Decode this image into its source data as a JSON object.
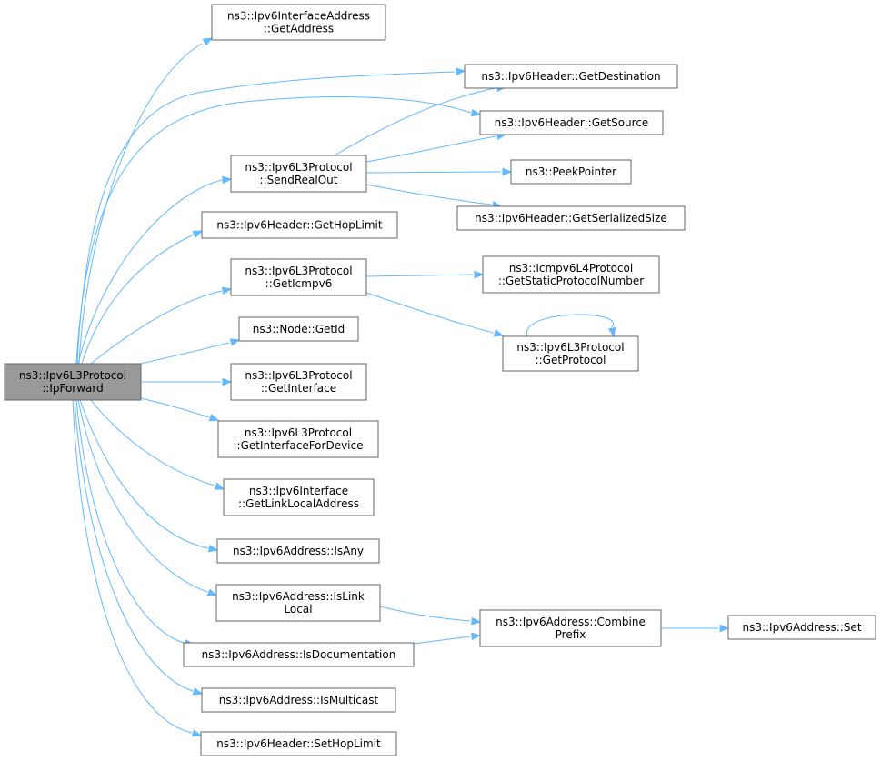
{
  "nodes": [
    {
      "id": "root",
      "lines": [
        "ns3::Ipv6L3Protocol",
        "::IpForward"
      ],
      "root": true
    },
    {
      "id": "ifaddr_getaddr",
      "lines": [
        "ns3::Ipv6InterfaceAddress",
        "::GetAddress"
      ]
    },
    {
      "id": "hdr_getdest",
      "lines": [
        "ns3::Ipv6Header::GetDestination"
      ]
    },
    {
      "id": "hdr_getsrc",
      "lines": [
        "ns3::Ipv6Header::GetSource"
      ]
    },
    {
      "id": "sendrealout",
      "lines": [
        "ns3::Ipv6L3Protocol",
        "::SendRealOut"
      ]
    },
    {
      "id": "peekpointer",
      "lines": [
        "ns3::PeekPointer"
      ]
    },
    {
      "id": "hdr_getsersize",
      "lines": [
        "ns3::Ipv6Header::GetSerializedSize"
      ]
    },
    {
      "id": "hdr_gethoplimit",
      "lines": [
        "ns3::Ipv6Header::GetHopLimit"
      ]
    },
    {
      "id": "geticmpv6",
      "lines": [
        "ns3::Ipv6L3Protocol",
        "::GetIcmpv6"
      ]
    },
    {
      "id": "icmp_getstaticproto",
      "lines": [
        "ns3::Icmpv6L4Protocol",
        "::GetStaticProtocolNumber"
      ]
    },
    {
      "id": "getprotocol",
      "lines": [
        "ns3::Ipv6L3Protocol",
        "::GetProtocol"
      ]
    },
    {
      "id": "node_getid",
      "lines": [
        "ns3::Node::GetId"
      ]
    },
    {
      "id": "getinterface",
      "lines": [
        "ns3::Ipv6L3Protocol",
        "::GetInterface"
      ]
    },
    {
      "id": "getifacefordevice",
      "lines": [
        "ns3::Ipv6L3Protocol",
        "::GetInterfaceForDevice"
      ]
    },
    {
      "id": "iface_getlinklocal",
      "lines": [
        "ns3::Ipv6Interface",
        "::GetLinkLocalAddress"
      ]
    },
    {
      "id": "addr_isany",
      "lines": [
        "ns3::Ipv6Address::IsAny"
      ]
    },
    {
      "id": "addr_islinklocal",
      "lines": [
        "ns3::Ipv6Address::IsLink",
        "Local"
      ]
    },
    {
      "id": "addr_combineprefix",
      "lines": [
        "ns3::Ipv6Address::Combine",
        "Prefix"
      ]
    },
    {
      "id": "addr_set",
      "lines": [
        "ns3::Ipv6Address::Set"
      ]
    },
    {
      "id": "addr_isdoc",
      "lines": [
        "ns3::Ipv6Address::IsDocumentation"
      ]
    },
    {
      "id": "addr_ismulticast",
      "lines": [
        "ns3::Ipv6Address::IsMulticast"
      ]
    },
    {
      "id": "hdr_sethoplimit",
      "lines": [
        "ns3::Ipv6Header::SetHopLimit"
      ]
    }
  ],
  "edges": [
    {
      "from": "root",
      "to": "ifaddr_getaddr"
    },
    {
      "from": "root",
      "to": "hdr_getdest"
    },
    {
      "from": "root",
      "to": "hdr_getsrc"
    },
    {
      "from": "root",
      "to": "sendrealout"
    },
    {
      "from": "root",
      "to": "hdr_gethoplimit"
    },
    {
      "from": "root",
      "to": "geticmpv6"
    },
    {
      "from": "root",
      "to": "node_getid"
    },
    {
      "from": "root",
      "to": "getinterface"
    },
    {
      "from": "root",
      "to": "getifacefordevice"
    },
    {
      "from": "root",
      "to": "iface_getlinklocal"
    },
    {
      "from": "root",
      "to": "addr_isany"
    },
    {
      "from": "root",
      "to": "addr_islinklocal"
    },
    {
      "from": "root",
      "to": "addr_isdoc"
    },
    {
      "from": "root",
      "to": "addr_ismulticast"
    },
    {
      "from": "root",
      "to": "hdr_sethoplimit"
    },
    {
      "from": "sendrealout",
      "to": "hdr_getdest"
    },
    {
      "from": "sendrealout",
      "to": "hdr_getsrc"
    },
    {
      "from": "sendrealout",
      "to": "peekpointer"
    },
    {
      "from": "sendrealout",
      "to": "hdr_getsersize"
    },
    {
      "from": "geticmpv6",
      "to": "icmp_getstaticproto"
    },
    {
      "from": "geticmpv6",
      "to": "getprotocol"
    },
    {
      "from": "getprotocol",
      "to": "getprotocol"
    },
    {
      "from": "addr_islinklocal",
      "to": "addr_combineprefix"
    },
    {
      "from": "addr_isdoc",
      "to": "addr_combineprefix"
    },
    {
      "from": "addr_combineprefix",
      "to": "addr_set"
    }
  ],
  "colors": {
    "edge": "#63b8ff",
    "root_fill": "#999999",
    "node_border": "#666666"
  }
}
